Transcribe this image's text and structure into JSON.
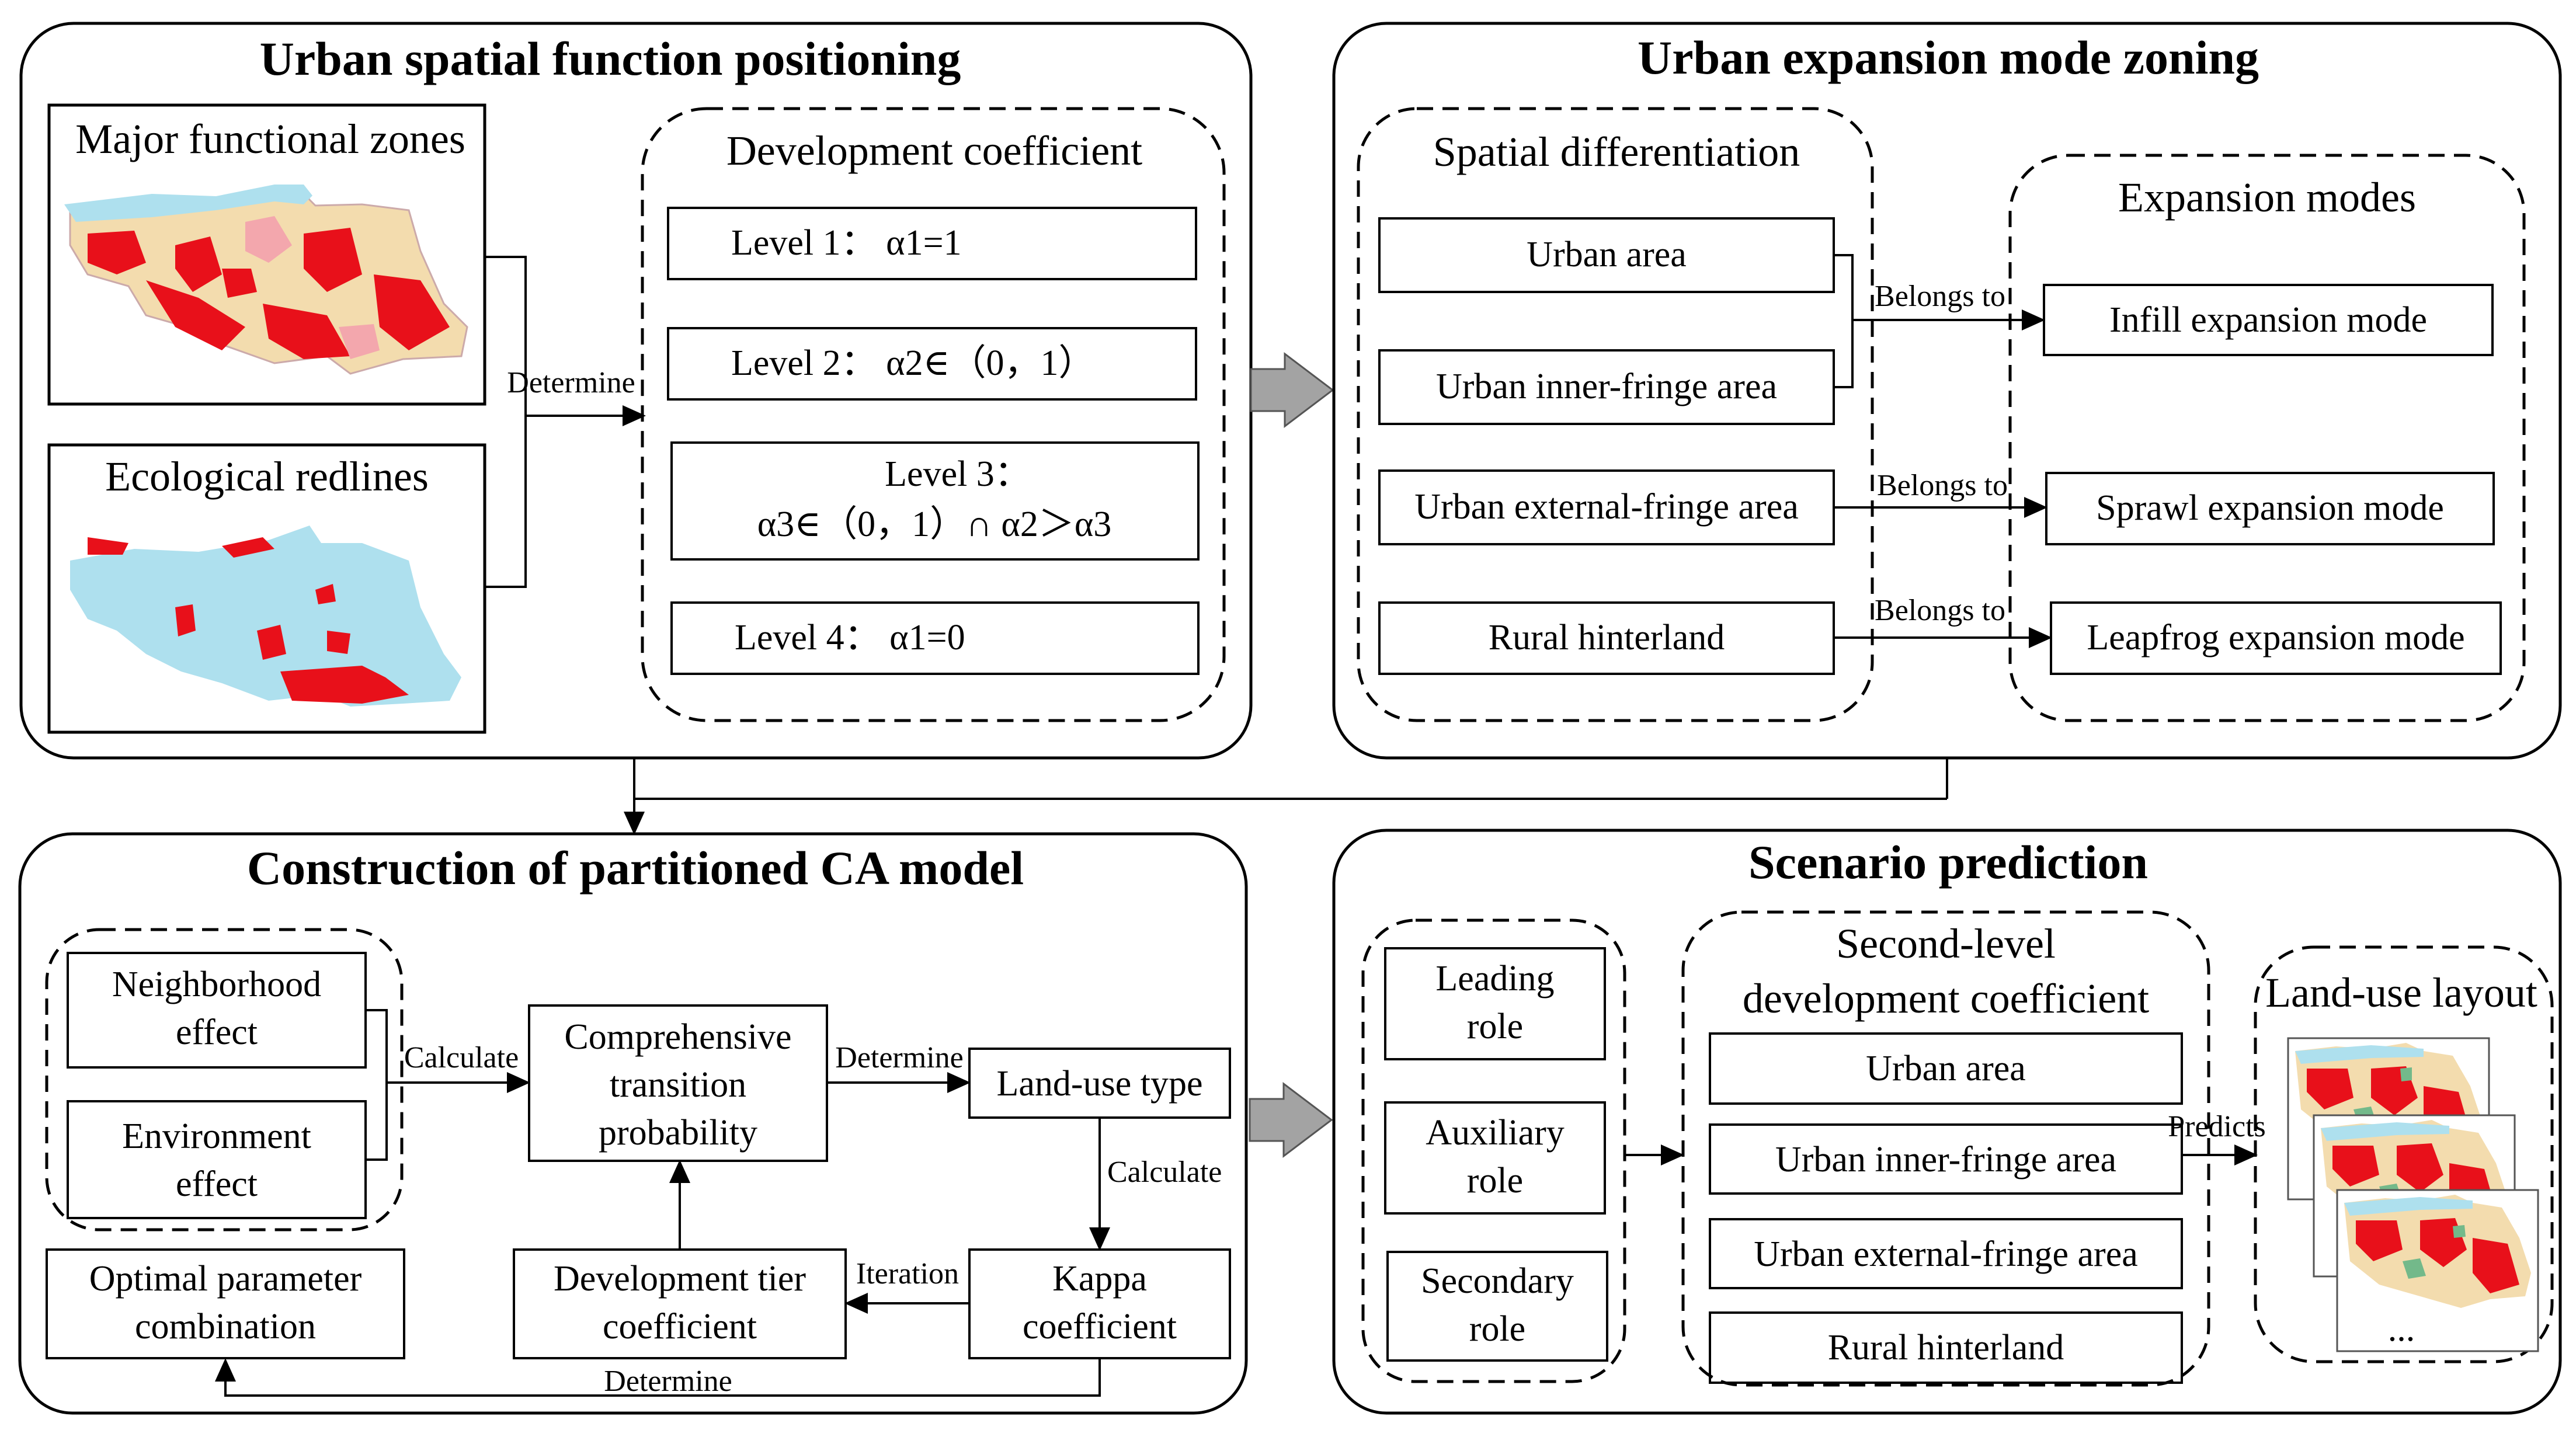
{
  "panels": {
    "positioning": {
      "title": "Urban spatial function positioning",
      "major_zones": "Major functional zones",
      "eco_redlines": "Ecological redlines",
      "edge_determine": "Determine",
      "dev_coef_title": "Development coefficient",
      "level1": "Level 1： α1=1",
      "level2": "Level 2： α2∈（0，1）",
      "level3_a": "Level 3：",
      "level3_b": "α3∈（0，1）∩ α2＞α3",
      "level4": "Level 4： α1=0"
    },
    "zoning": {
      "title": "Urban expansion mode zoning",
      "spatial_title": "Spatial differentiation",
      "urban_area": "Urban area",
      "inner_fringe": "Urban inner-fringe area",
      "external_fringe": "Urban external-fringe area",
      "rural": "Rural hinterland",
      "modes_title": "Expansion modes",
      "infill": "Infill expansion mode",
      "sprawl": "Sprawl expansion mode",
      "leapfrog": "Leapfrog expansion mode",
      "belongs_to": "Belongs to"
    },
    "ca_model": {
      "title": "Construction of partitioned CA model",
      "neighborhood_a": "Neighborhood",
      "neighborhood_b": "effect",
      "environment_a": "Environment",
      "environment_b": "effect",
      "edge_calculate": "Calculate",
      "comp_a": "Comprehensive",
      "comp_b": "transition",
      "comp_c": "probability",
      "edge_determine": "Determine",
      "landuse_type": "Land-use type",
      "edge_calculate2": "Calculate",
      "kappa_a": "Kappa",
      "kappa_b": "coefficient",
      "edge_iteration": "Iteration",
      "tier_a": "Development tier",
      "tier_b": "coefficient",
      "optimal_a": "Optimal parameter",
      "optimal_b": "combination",
      "edge_determine_bottom": "Determine"
    },
    "scenario": {
      "title": "Scenario prediction",
      "leading_a": "Leading",
      "leading_b": "role",
      "auxiliary_a": "Auxiliary",
      "auxiliary_b": "role",
      "secondary_a": "Secondary",
      "secondary_b": "role",
      "second_level_a": "Second-level",
      "second_level_b": "development coefficient",
      "urban_area": "Urban area",
      "inner_fringe": "Urban inner-fringe area",
      "external_fringe": "Urban external-fringe area",
      "rural": "Rural hinterland",
      "edge_predicts": "Predicts",
      "landuse_layout": "Land-use layout",
      "ellipsis": "..."
    }
  },
  "colors": {
    "line": "#000000",
    "map_water": "#aee0ee",
    "map_red": "#e8101a",
    "map_tan": "#f3dcae",
    "map_pink": "#f3a7ad",
    "map_green": "#73b98a",
    "arrow_fill": "#a3a3a3"
  }
}
